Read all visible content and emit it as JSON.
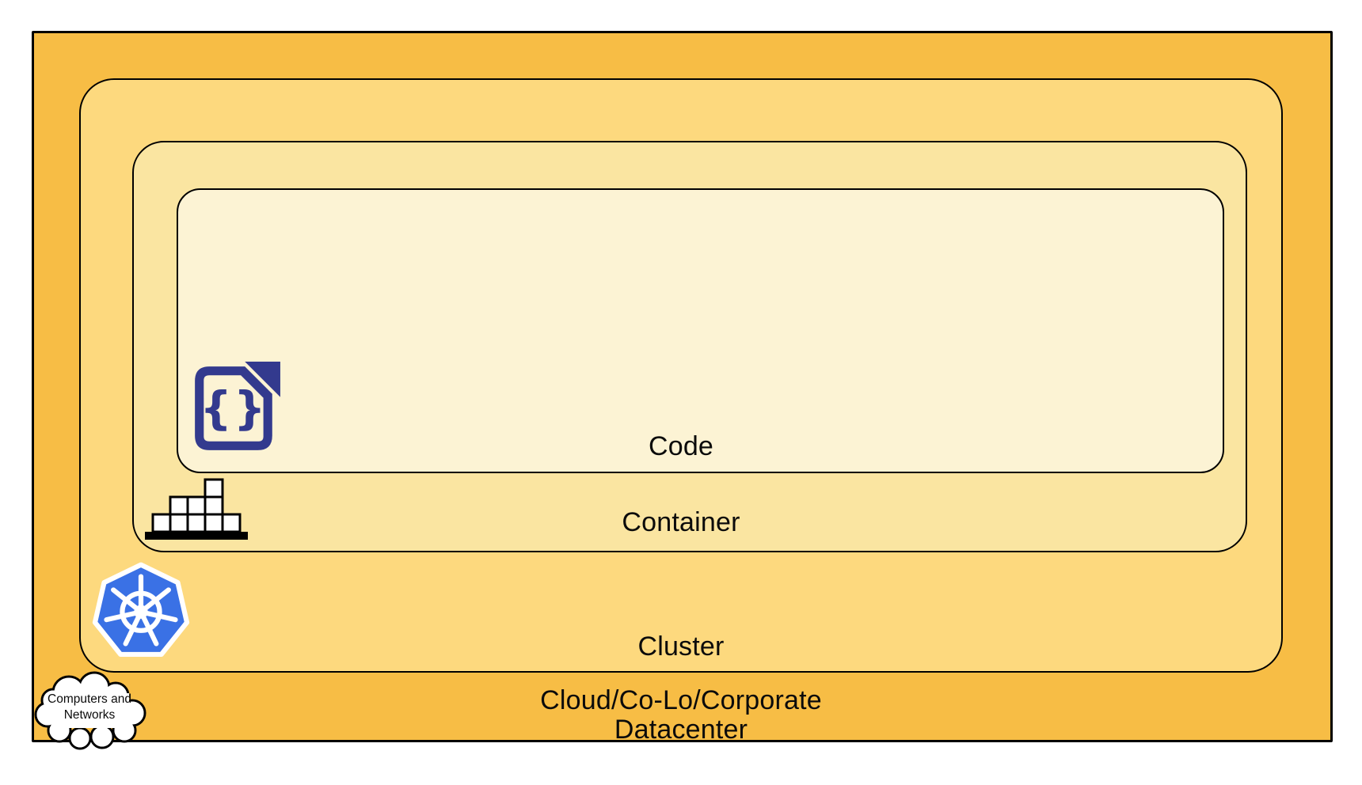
{
  "diagram_name": "kubernetes-abstraction-layers",
  "layers": {
    "datacenter": {
      "label_line1": "Cloud/Co-Lo/Corporate",
      "label_line2": "Datacenter",
      "fill": "#F7BD45"
    },
    "cluster": {
      "label": "Cluster",
      "fill": "#FDD97E"
    },
    "container": {
      "label": "Container",
      "fill": "#FAE5A1"
    },
    "code": {
      "label": "Code",
      "fill": "#FCF3D4"
    }
  },
  "cloud_callout": {
    "line1": "Computers and",
    "line2": "Networks"
  },
  "icons": {
    "code_icon": "code-file-icon",
    "container_icon": "container-stack-icon",
    "kubernetes_icon": "kubernetes-helm-wheel-icon",
    "cloud_icon": "cloud-icon",
    "code_braces_glyph": "{}"
  },
  "colors": {
    "border": "#000000",
    "datacenter_fill": "#F7BD45",
    "cluster_fill": "#FDD97E",
    "container_fill": "#FAE5A1",
    "code_fill": "#FCF3D4",
    "code_icon_navy": "#333A8E",
    "kubernetes_blue": "#3A71E5",
    "icon_white": "#FFFFFF",
    "text": "#0B0B0B"
  }
}
